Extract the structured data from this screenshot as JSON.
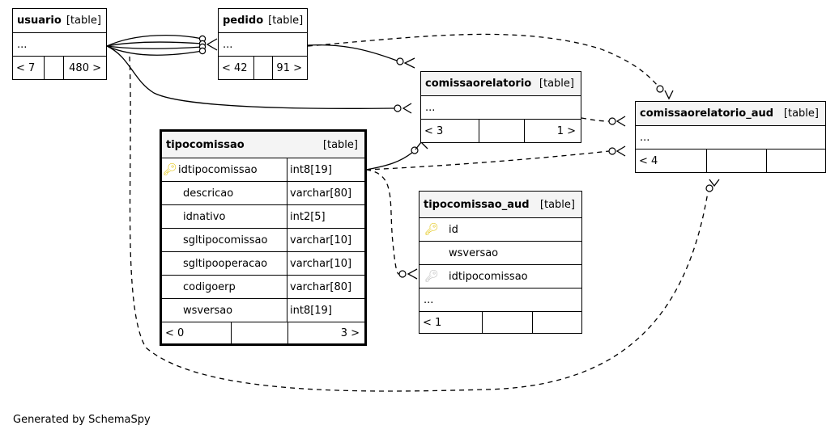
{
  "footer": "Generated by SchemaSpy",
  "tables": {
    "usuario": {
      "name": "usuario",
      "type": "[table]",
      "ellipsis": "...",
      "stats": [
        "< 7",
        "",
        "480 >"
      ]
    },
    "pedido": {
      "name": "pedido",
      "type": "[table]",
      "ellipsis": "...",
      "stats": [
        "< 42",
        "",
        "91 >"
      ]
    },
    "comissaorelatorio": {
      "name": "comissaorelatorio",
      "type": "[table]",
      "ellipsis": "...",
      "stats": [
        "< 3",
        "",
        "1 >"
      ]
    },
    "comissaorelatorio_aud": {
      "name": "comissaorelatorio_aud",
      "type": "[table]",
      "ellipsis": "...",
      "stats": [
        "< 4",
        "",
        ""
      ]
    },
    "tipocomissao": {
      "name": "tipocomissao",
      "type": "[table]",
      "columns": [
        {
          "name": "idtipocomissao",
          "type": "int8[19]",
          "key": "pk"
        },
        {
          "name": "descricao",
          "type": "varchar[80]",
          "key": ""
        },
        {
          "name": "idnativo",
          "type": "int2[5]",
          "key": ""
        },
        {
          "name": "sgltipocomissao",
          "type": "varchar[10]",
          "key": ""
        },
        {
          "name": "sgltipooperacao",
          "type": "varchar[10]",
          "key": ""
        },
        {
          "name": "codigoerp",
          "type": "varchar[80]",
          "key": ""
        },
        {
          "name": "wsversao",
          "type": "int8[19]",
          "key": ""
        }
      ],
      "stats": [
        "< 0",
        "",
        "3 >"
      ]
    },
    "tipocomissao_aud": {
      "name": "tipocomissao_aud",
      "type": "[table]",
      "columns": [
        {
          "name": "id",
          "key": "pk"
        },
        {
          "name": "wsversao",
          "key": ""
        },
        {
          "name": "idtipocomissao",
          "key": "fk"
        }
      ],
      "ellipsis": "...",
      "stats": [
        "< 1",
        "",
        ""
      ]
    }
  }
}
